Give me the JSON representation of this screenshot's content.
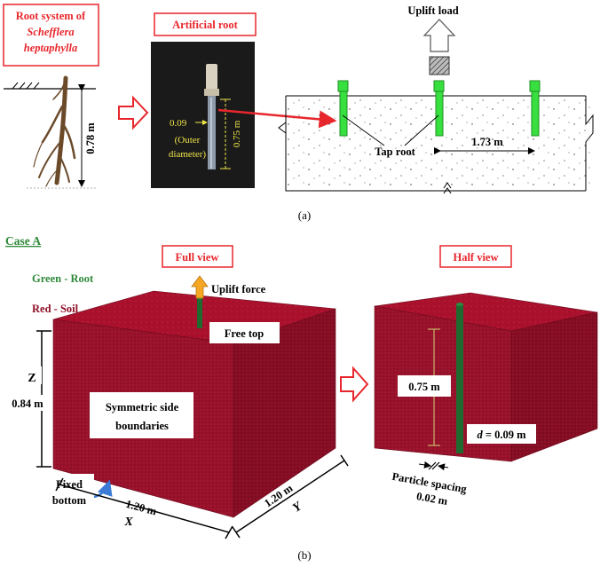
{
  "panel_a": {
    "root_title_lines": [
      "Root system of",
      "Schefflera",
      "heptaphylla"
    ],
    "root_depth": "0.78 m",
    "artificial_title": "Artificial root",
    "diam_value": "0.09",
    "diam_lines": [
      "(Outer",
      "diameter)"
    ],
    "length_value": "0.75 m",
    "uplift_load": "Uplift load",
    "tap_root": "Tap root",
    "spacing": "1.73 m",
    "caption": "(a)"
  },
  "panel_b": {
    "case": "Case A",
    "legend_root": "Green - Root",
    "legend_soil": "Red - Soil",
    "full_view": "Full view",
    "half_view": "Half view",
    "uplift_force": "Uplift force",
    "free_top": "Free top",
    "z_axis": "Z",
    "z_value": "0.84 m",
    "side_lines": [
      "Symmetric side",
      "boundaries"
    ],
    "fixed_lines": [
      "Fixed",
      "bottom"
    ],
    "x_value": "1.20 m",
    "x_axis": "X",
    "y_value": "1.20 m",
    "y_axis": "Y",
    "root_length": "0.75 m",
    "d_symbol": "d",
    "d_value": " = 0.09 m",
    "particle_lines": [
      "Particle spacing",
      "0.02 m"
    ],
    "caption": "(b)"
  },
  "colors": {
    "accent_red": "#e8272d",
    "soil": "#8e0f26",
    "soil_top": "#a8102c",
    "root": "#1f6a2f",
    "title_green": "#2f8a3a",
    "photo_bg": "#1a1a1a",
    "label_yellow": "#f2e54a",
    "arrow_orange": "#f5a623"
  }
}
